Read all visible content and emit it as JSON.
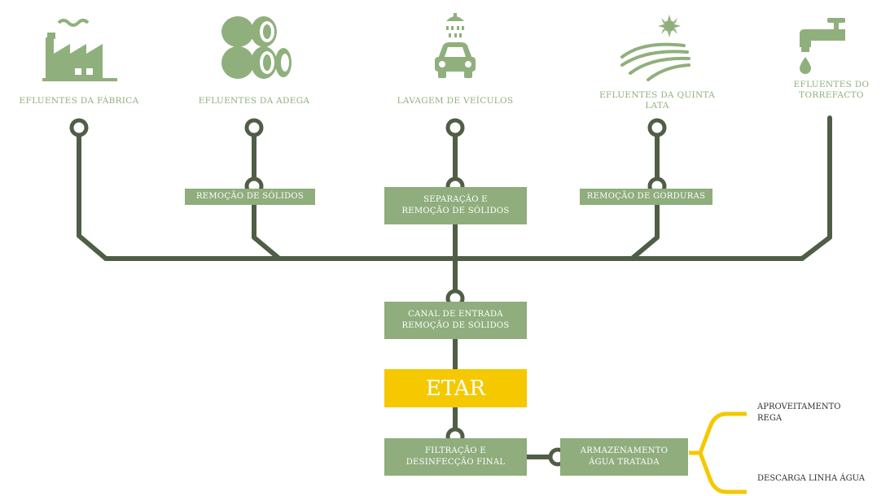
{
  "sources": [
    {
      "label": "EFLUENTES DA FÁBRICA",
      "icon": "factory-icon"
    },
    {
      "label": "EFLUENTES DA ADEGA",
      "icon": "barrels-icon"
    },
    {
      "label": "LAVAGEM DE VEÍCULOS",
      "icon": "car-wash-icon"
    },
    {
      "label": "EFLUENTES DA QUINTA\nLATA",
      "icon": "farm-field-icon"
    },
    {
      "label": "EFLUENTES DO\nTORREFACTO",
      "icon": "faucet-icon"
    }
  ],
  "pretreatments": {
    "adega": "REMOÇÃO DE SÓLIDOS",
    "lavagem": "SEPARAÇÃO E\nREMOÇÃO DE SÓLIDOS",
    "quinta": "REMOÇÃO DE GORDURAS"
  },
  "canal": "CANAL DE ENTRADA\nREMOÇÃO DE SÓLIDOS",
  "etar": "ETAR",
  "filtracao": "FILTRAÇÃO E\nDESINFECÇÃO FINAL",
  "armazenamento": "ARMAZENAMENTO\nÁGUA TRATADA",
  "outputs": {
    "rega": "APROVEITAMENTO\nREGA",
    "descarga": "DESCARGA LINHA ÁGUA"
  },
  "colors": {
    "line": "#4f5e45",
    "box": "#8fad7d",
    "etar": "#f5c800",
    "icon": "#8fb07c"
  }
}
